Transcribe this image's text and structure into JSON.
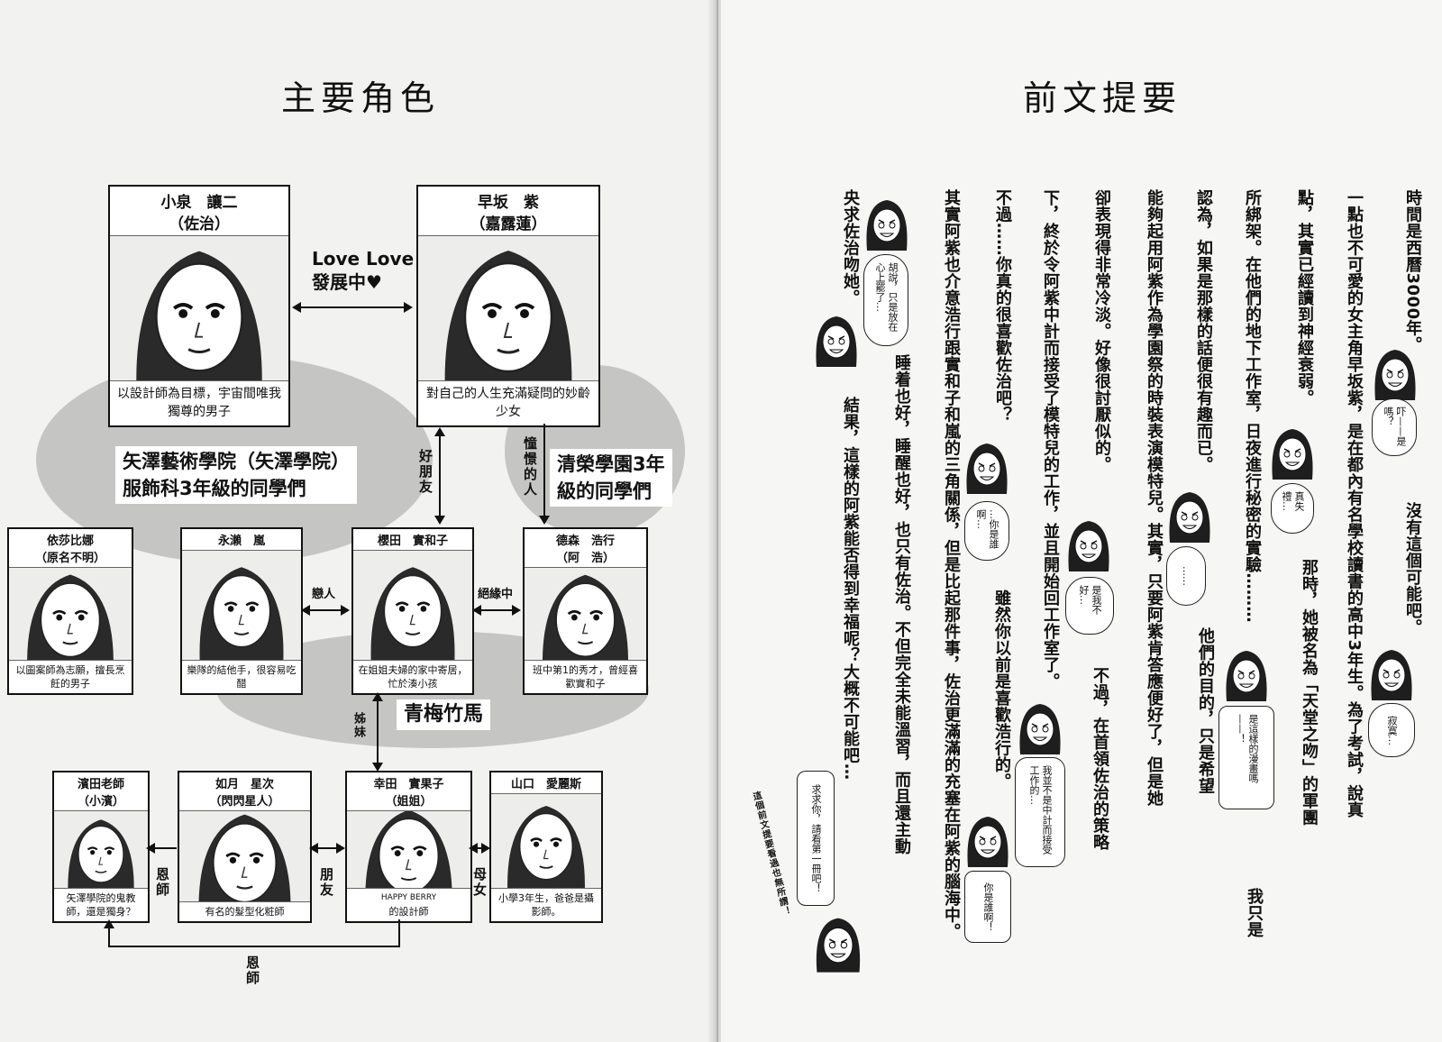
{
  "left": {
    "title": "主要角色",
    "love_label": {
      "line1": "Love Love",
      "line2": "發展中♥"
    },
    "groups": {
      "yazawa_line1": "矢澤藝術學院（矢澤學院）",
      "yazawa_line2": "服飾科3年級的同學們",
      "seiei_line1": "清榮學園3年",
      "seiei_line2": "級的同學們",
      "childhood": "青梅竹馬"
    },
    "relations": {
      "best_friend": "好朋友",
      "admired": "憧憬的人",
      "lovers": "戀人",
      "broken_up": "絕緣中",
      "sisters": "姊妹",
      "mentor": "恩師",
      "friends": "朋友",
      "mother_daughter": "母女",
      "mentor_bottom": "恩師"
    },
    "characters": [
      {
        "name": "小泉　讓二",
        "alias": "（佐治）",
        "desc": "以設計師為目標，宇宙間唯我獨尊的男子"
      },
      {
        "name": "早坂　紫",
        "alias": "（嘉露蓮）",
        "desc": "對自己的人生充滿疑問的妙齡少女"
      },
      {
        "name": "依莎比娜",
        "alias": "（原名不明）",
        "desc": "以圖案師為志願，擅長烹飪的男子"
      },
      {
        "name": "永瀨　嵐",
        "alias": "",
        "desc": "樂隊的結他手，很容易吃醋"
      },
      {
        "name": "櫻田　實和子",
        "alias": "",
        "desc": "在姐姐夫婦的家中寄居，忙於湊小孩"
      },
      {
        "name": "德森　浩行",
        "alias": "（阿　浩）",
        "desc": "班中第1的秀才，曾經喜歡實和子"
      },
      {
        "name": "濱田老師",
        "alias": "（小濱）",
        "desc": "矢澤學院的鬼教師，還是獨身？"
      },
      {
        "name": "如月　星次",
        "alias": "（閃閃星人）",
        "desc": "有名的髮型化粧師"
      },
      {
        "name": "幸田　實果子",
        "alias": "（姐姐）",
        "desc_line1": "HAPPY BERRY",
        "desc": "的設計師"
      },
      {
        "name": "山口　愛麗斯",
        "alias": "",
        "desc": "小學3年生，爸爸是攝影師。"
      }
    ]
  },
  "right": {
    "title": "前文提要",
    "columns": [
      [
        "時間是西曆3000年。",
        "沒有這個可能吧。"
      ],
      [
        "一點也不可愛的女主角早坂紫，是在都內有名學校讀書的高中3年生。為了考試，說真"
      ],
      [
        "點，其實已經讀到神經衰弱。",
        "那時，她被名為「天堂之吻」的軍團"
      ],
      [
        "所綁架。在他們的地下工作室，日夜進行秘密的實驗………",
        "我只是"
      ],
      [
        "認為，如果是那樣的話便很有趣而已。",
        "他們的目的，只是希望"
      ],
      [
        "能夠起用阿紫作為學園祭的時裝表演模特兒。其實，只要阿紫肯答應便好了，但是她"
      ],
      [
        "卻表現得非常冷淡。好像很討厭似的。",
        "不過，在首領佐治的策略"
      ],
      [
        "下，終於令阿紫中計而接受了模特兒的工作，並且開始回工作室了。"
      ],
      [
        "不過……你真的很喜歡佐治吧？",
        "雖然你以前是喜歡浩行的。"
      ],
      [
        "其實阿紫也介意浩行跟實和子和嵐的三角關係，但是比起那件事，佐治更滿滿的充塞在阿紫的腦海中。"
      ],
      [
        "睡着也好，睡醒也好，也只有佐治。不但完全未能溫習，而且還主動"
      ],
      [
        "央求佐治吻她。",
        "結果，這樣的阿紫能否得到幸福呢？大概不可能吧…"
      ]
    ],
    "bubbles": [
      "吓——是嗎？",
      "真失禮…",
      "……",
      "寂寞…",
      "是這樣的漫畫嗎——！",
      "是我不好…",
      "…你是誰啊…",
      "胡說，只是放在心上罷了…",
      "我並不是中計而接受工作的…",
      "你是誰啊！",
      "求求你，請看第一冊吧！"
    ],
    "side_note": "這個前文提要看過也無所謂！"
  }
}
